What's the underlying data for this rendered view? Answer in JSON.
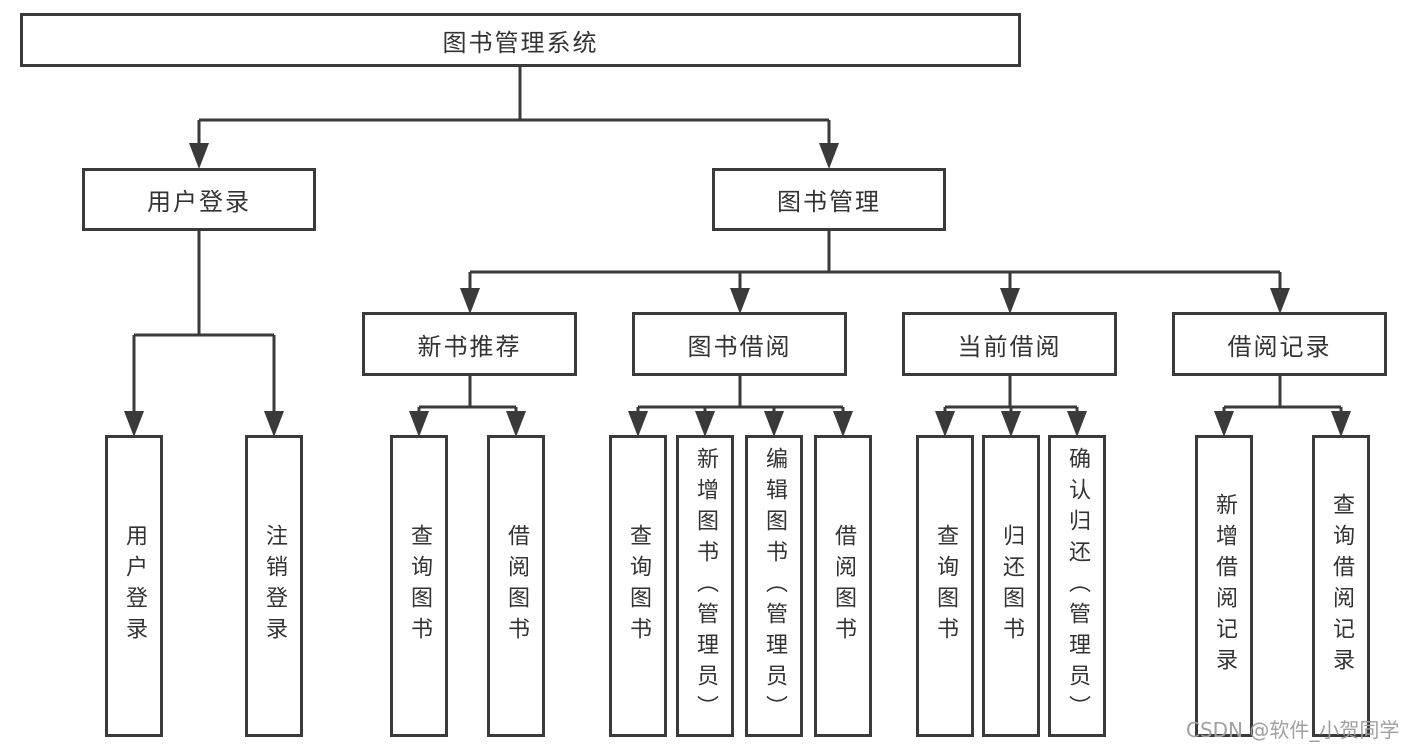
{
  "page": {
    "background": "#ffffff",
    "line_color": "#3a3a3a",
    "text_color": "#333333"
  },
  "watermark": {
    "text": "CSDN @软件_小贺同学",
    "color": "#a0a0a0"
  },
  "nodes": {
    "root": {
      "label": "图书管理系统"
    },
    "user_login": {
      "label": "用户登录"
    },
    "book_mgmt": {
      "label": "图书管理"
    },
    "new_book_rec": {
      "label": "新书推荐"
    },
    "book_borrow": {
      "label": "图书借阅"
    },
    "current_borrow": {
      "label": "当前借阅"
    },
    "borrow_records": {
      "label": "借阅记录"
    },
    "leaf_user_login": {
      "label": "用户登录"
    },
    "leaf_logout": {
      "label": "注销登录"
    },
    "leaf_query_books_rec": {
      "label": "查询图书"
    },
    "leaf_borrow_books_rec": {
      "label": "借阅图书"
    },
    "leaf_query_books_borrow": {
      "label": "查询图书"
    },
    "leaf_add_books_admin": {
      "label": "新增图书（管理员）"
    },
    "leaf_edit_books_admin": {
      "label": "编辑图书（管理员）"
    },
    "leaf_borrow_books_borrow": {
      "label": "借阅图书"
    },
    "leaf_query_books_current": {
      "label": "查询图书"
    },
    "leaf_return_books": {
      "label": "归还图书"
    },
    "leaf_confirm_return_admin": {
      "label": "确认归还（管理员）"
    },
    "leaf_add_borrow_record": {
      "label": "新增借阅记录"
    },
    "leaf_query_borrow_record": {
      "label": "查询借阅记录"
    }
  },
  "hierarchy": {
    "图书管理系统": {
      "用户登录": [
        "用户登录",
        "注销登录"
      ],
      "图书管理": {
        "新书推荐": [
          "查询图书",
          "借阅图书"
        ],
        "图书借阅": [
          "查询图书",
          "新增图书（管理员）",
          "编辑图书（管理员）",
          "借阅图书"
        ],
        "当前借阅": [
          "查询图书",
          "归还图书",
          "确认归还（管理员）"
        ],
        "借阅记录": [
          "新增借阅记录",
          "查询借阅记录"
        ]
      }
    }
  }
}
